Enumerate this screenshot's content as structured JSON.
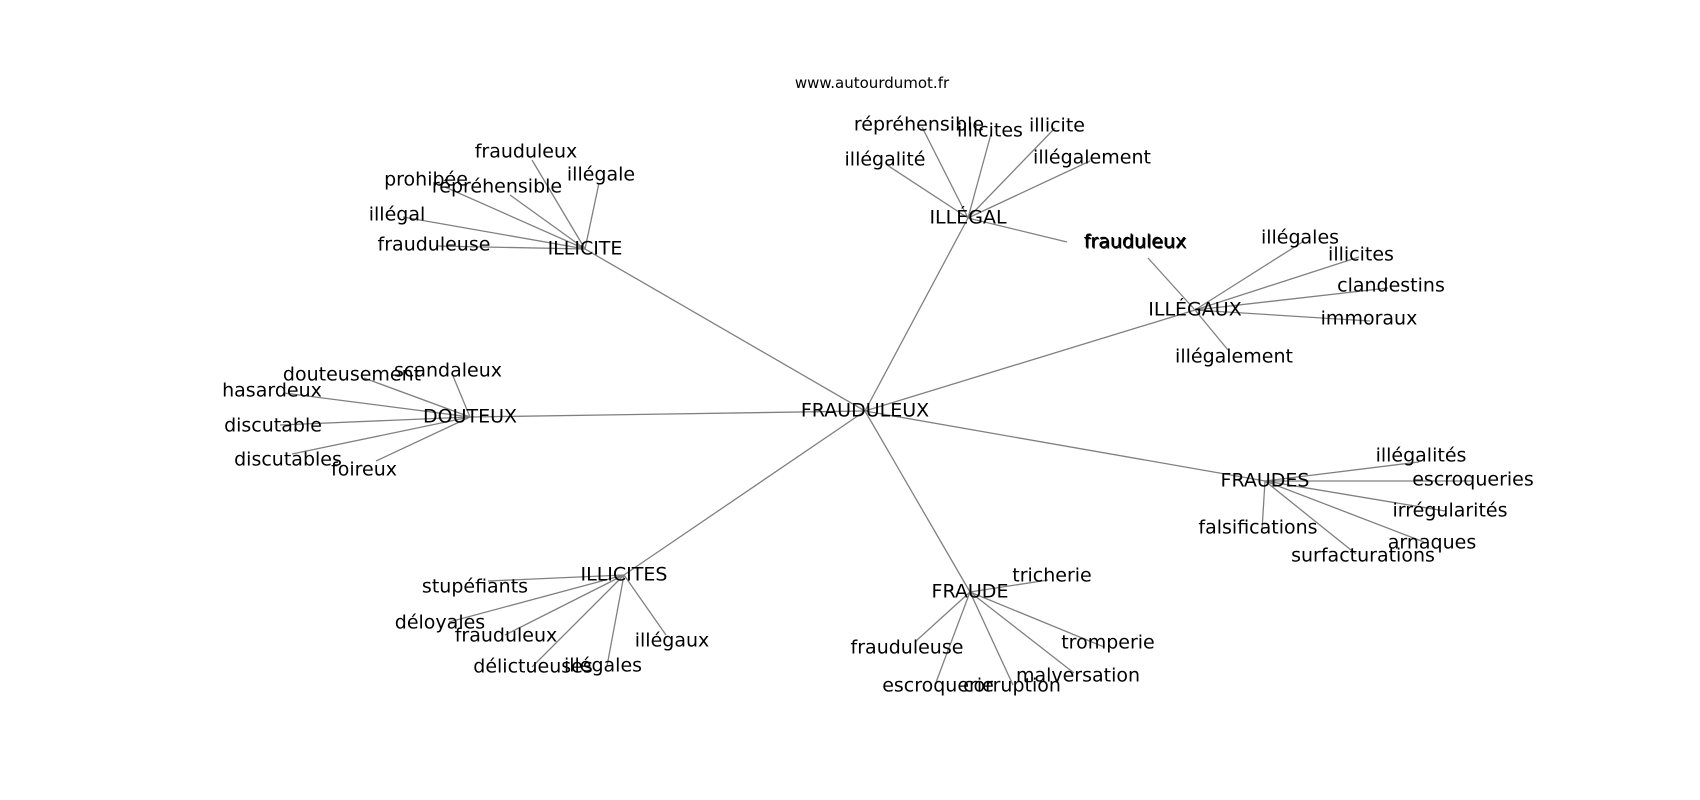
{
  "source": "www.autourdumot.fr",
  "colors": {
    "edge": "#808080",
    "text": "#000000",
    "background": "#ffffff"
  },
  "center": "FRAUDULEUX",
  "hubs": [
    {
      "id": "hub-illicite",
      "label": "ILLICITE",
      "leaves": [
        "frauduleux",
        "prohibée",
        "répréhensible",
        "illégale",
        "illégal",
        "frauduleuse"
      ]
    },
    {
      "id": "hub-illegal",
      "label": "ILLÉGAL",
      "leaves": [
        "répréhensible",
        "illicites",
        "illicite",
        "illégalité",
        "illégalement",
        "frauduleux"
      ]
    },
    {
      "id": "hub-illegaux",
      "label": "ILLÉGAUX",
      "leaves": [
        "frauduleux",
        "illégales",
        "illicites",
        "clandestins",
        "immoraux",
        "illégalement"
      ]
    },
    {
      "id": "hub-douteux",
      "label": "DOUTEUX",
      "leaves": [
        "douteusement",
        "scandaleux",
        "hasardeux",
        "discutable",
        "discutables",
        "foireux"
      ]
    },
    {
      "id": "hub-fraudes",
      "label": "FRAUDES",
      "leaves": [
        "illégalités",
        "escroqueries",
        "irrégularités",
        "falsifications",
        "arnaques",
        "surfacturations"
      ]
    },
    {
      "id": "hub-illicites",
      "label": "ILLICITES",
      "leaves": [
        "stupéfiants",
        "déloyales",
        "frauduleux",
        "illégaux",
        "délictueuses",
        "illégales"
      ]
    },
    {
      "id": "hub-fraude",
      "label": "FRAUDE",
      "leaves": [
        "tricherie",
        "frauduleuse",
        "tromperie",
        "malversation",
        "escroquerie",
        "corruption"
      ]
    }
  ]
}
